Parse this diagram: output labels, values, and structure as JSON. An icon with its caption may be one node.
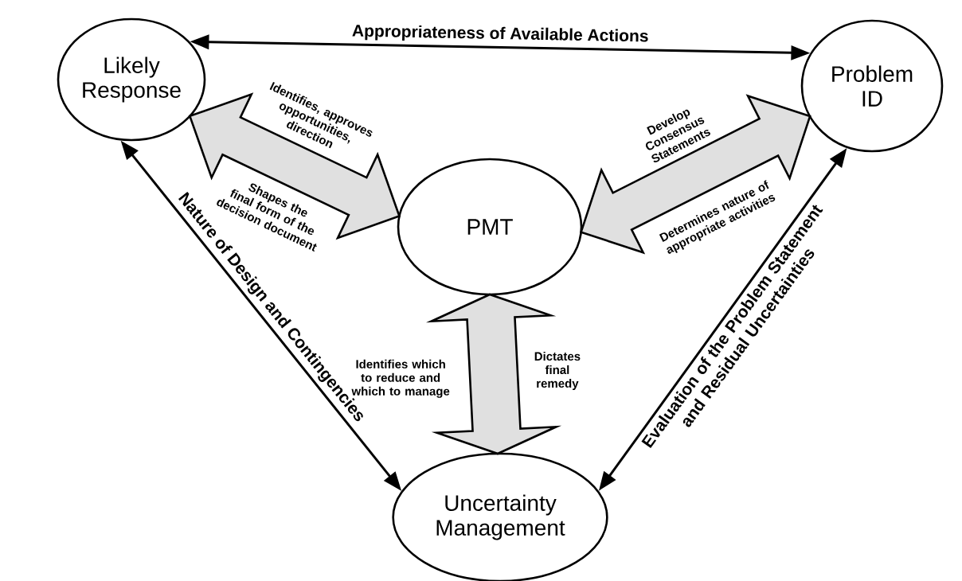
{
  "diagram": {
    "nodes": [
      {
        "text": [
          "Likely Response"
        ]
      },
      {
        "text": [
          "Problem ID"
        ]
      },
      {
        "text": [
          "PMT"
        ]
      },
      {
        "text": [
          "Uncertainty Management"
        ]
      }
    ],
    "edges": [
      {
        "from": 0,
        "to": 1,
        "arrow": "both",
        "label": "Appropriateness of Available Actions"
      },
      {
        "from": 2,
        "to": 0,
        "arrow": "both",
        "style": "thick",
        "label": "Identifies, approves opportunities, direction"
      },
      {
        "from": 2,
        "to": 1,
        "arrow": "both",
        "style": "thick",
        "label": "Develop Consensus Statements"
      },
      {
        "from": 2,
        "to": 3,
        "arrow": "both",
        "style": "thick",
        "label": "Identifies which to reduce and which to manage"
      },
      {
        "from": 0,
        "to": 3,
        "arrow": "both",
        "label": "Nature of Design and Contingencies"
      },
      {
        "from": 3,
        "to": 1,
        "arrow": "both",
        "label": "Evaluation of the Problem Statement and Residual Uncertainties"
      }
    ],
    "labels": [
      "Shapes the final form of the decision document",
      "Determines nature of appropriate activities",
      "Dictates final remedy"
    ]
  }
}
